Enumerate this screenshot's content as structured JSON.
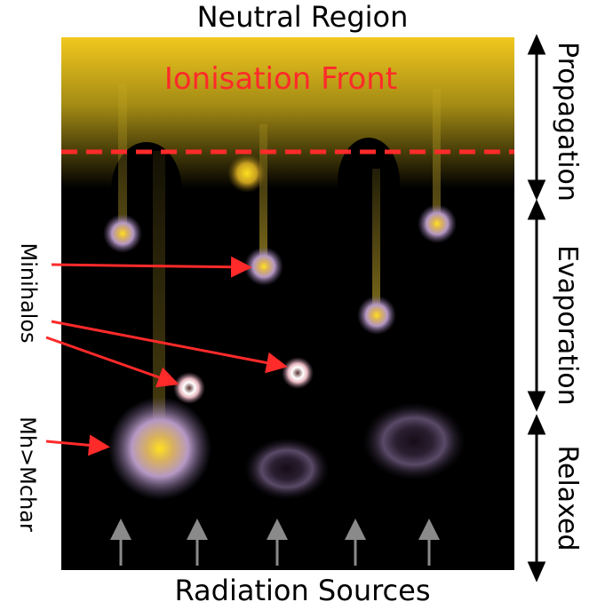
{
  "top_label": "Neutral Region",
  "bottom_label": "Radiation Sources",
  "front_label": "Ionisation Front",
  "stages": [
    "Propagation",
    "Evaporation",
    "Relaxed"
  ],
  "left_labels": {
    "minihalos": "Minihalos",
    "massive": "Mh>Mchar"
  },
  "colors": {
    "front": "#ff2a2a",
    "glow": "#f5d020",
    "halo": "#c8a8d8",
    "arrow": "#000000"
  }
}
